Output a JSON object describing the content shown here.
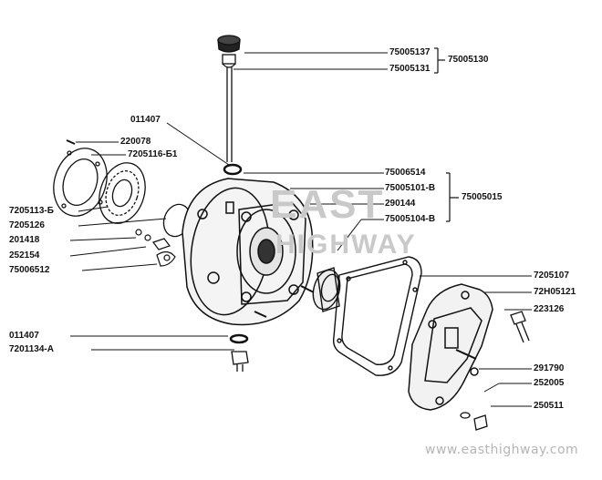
{
  "watermark": {
    "line1": "EAST",
    "line2": "HIGHWAY",
    "url": "www.easthighway.com"
  },
  "labels": {
    "p75005137": "75005137",
    "p75005131": "75005131",
    "g75005130": "75005130",
    "p011407a": "011407",
    "p220078": "220078",
    "p7205116": "7205116-Б1",
    "p7205113": "7205113-Б",
    "p7205126": "7205126",
    "p201418": "201418",
    "p252154": "252154",
    "p75006512": "75006512",
    "p75006514": "75006514",
    "p75005101": "75005101-В",
    "p290144": "290144",
    "p75005104": "75005104-В",
    "g75005015": "75005015",
    "p7205107": "7205107",
    "p72H05121": "72H05121",
    "p223126": "223126",
    "p011407b": "011407",
    "p7201134": "7201134-А",
    "p291790": "291790",
    "p252005": "252005",
    "p250511": "250511"
  }
}
